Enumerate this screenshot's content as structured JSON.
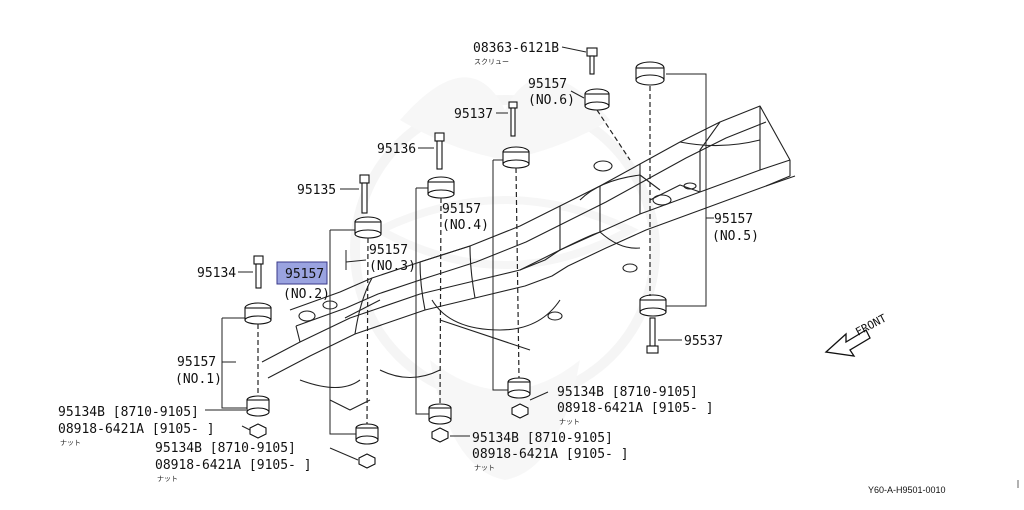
{
  "diagram": {
    "front_label": "FRONT",
    "reference_code": "Y60-A-H9501-0010",
    "highlight_color": "#9aa3e0",
    "watermark_color": "#eeeeee",
    "labels": {
      "screw_number": "08363-6121B",
      "screw_jp": "スクリュー",
      "mount_no6_part": "95157",
      "mount_no6_no": "(NO.6)",
      "bolt_95137": "95137",
      "bolt_95136": "95136",
      "bolt_95135": "95135",
      "mount_no4_part": "95157",
      "mount_no4_no": "(NO.4)",
      "mount_no3_part": "95157",
      "mount_no3_no": "(NO.3)",
      "bolt_95134": "95134",
      "mount_no2_part": "95157",
      "mount_no2_no": "(NO.2)",
      "mount_no5_part": "95157",
      "mount_no5_no": "(NO.5)",
      "mount_no1_part": "95157",
      "mount_no1_no": "(NO.1)",
      "bolt_95537": "95537",
      "nut_a_line1": "95134B [8710-9105]",
      "nut_a_line2": "08918-6421A [9105-      ]",
      "nut_a_jp": "ナット",
      "nut_b_line1": "95134B [8710-9105]",
      "nut_b_line2": "08918-6421A [9105-      ]",
      "nut_b_jp": "ナット",
      "nut_c_line1": "95134B [8710-9105]",
      "nut_c_line2": "08918-6421A [9105-      ]",
      "nut_c_jp": "ナット",
      "nut_d_line1": "95134B [8710-9105]",
      "nut_d_line2": "08918-6421A [9105-      ]",
      "nut_d_jp": "ナット"
    }
  }
}
